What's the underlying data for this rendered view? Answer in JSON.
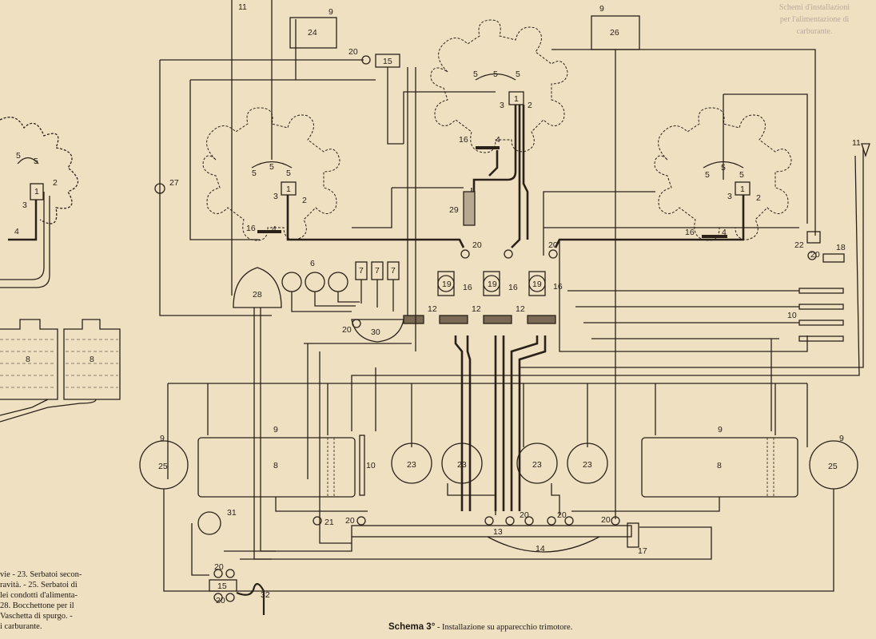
{
  "labels": {
    "n1": "1",
    "n2": "2",
    "n3": "3",
    "n4": "4",
    "n5": "5",
    "n6": "6",
    "n7": "7",
    "n8": "8",
    "n9": "9",
    "n10": "10",
    "n11": "11",
    "n12": "12",
    "n13": "13",
    "n14": "14",
    "n15": "15",
    "n16": "16",
    "n17": "17",
    "n18": "18",
    "n19": "19",
    "n20": "20",
    "n21": "21",
    "n22": "22",
    "n23": "23",
    "n24": "24",
    "n25": "25",
    "n26": "26",
    "n27": "27",
    "n28": "28",
    "n29": "29",
    "n30": "30",
    "n31": "31",
    "n32": "32"
  },
  "side_legend": [
    "vie - 23. Serbatoi secon-",
    "ravità. - 25. Serbatoi di",
    "lei condotti d'alimenta-",
    "28. Bocchettone per il",
    "Vaschetta di spurgo. -",
    "i carburante."
  ],
  "caption": {
    "bold": "Schema 3°",
    "text": " - Installazione su apparecchio trimotore."
  },
  "ghost_text": [
    "Schemi d'installazioni",
    "per l'alimentazione di",
    "carburante."
  ]
}
